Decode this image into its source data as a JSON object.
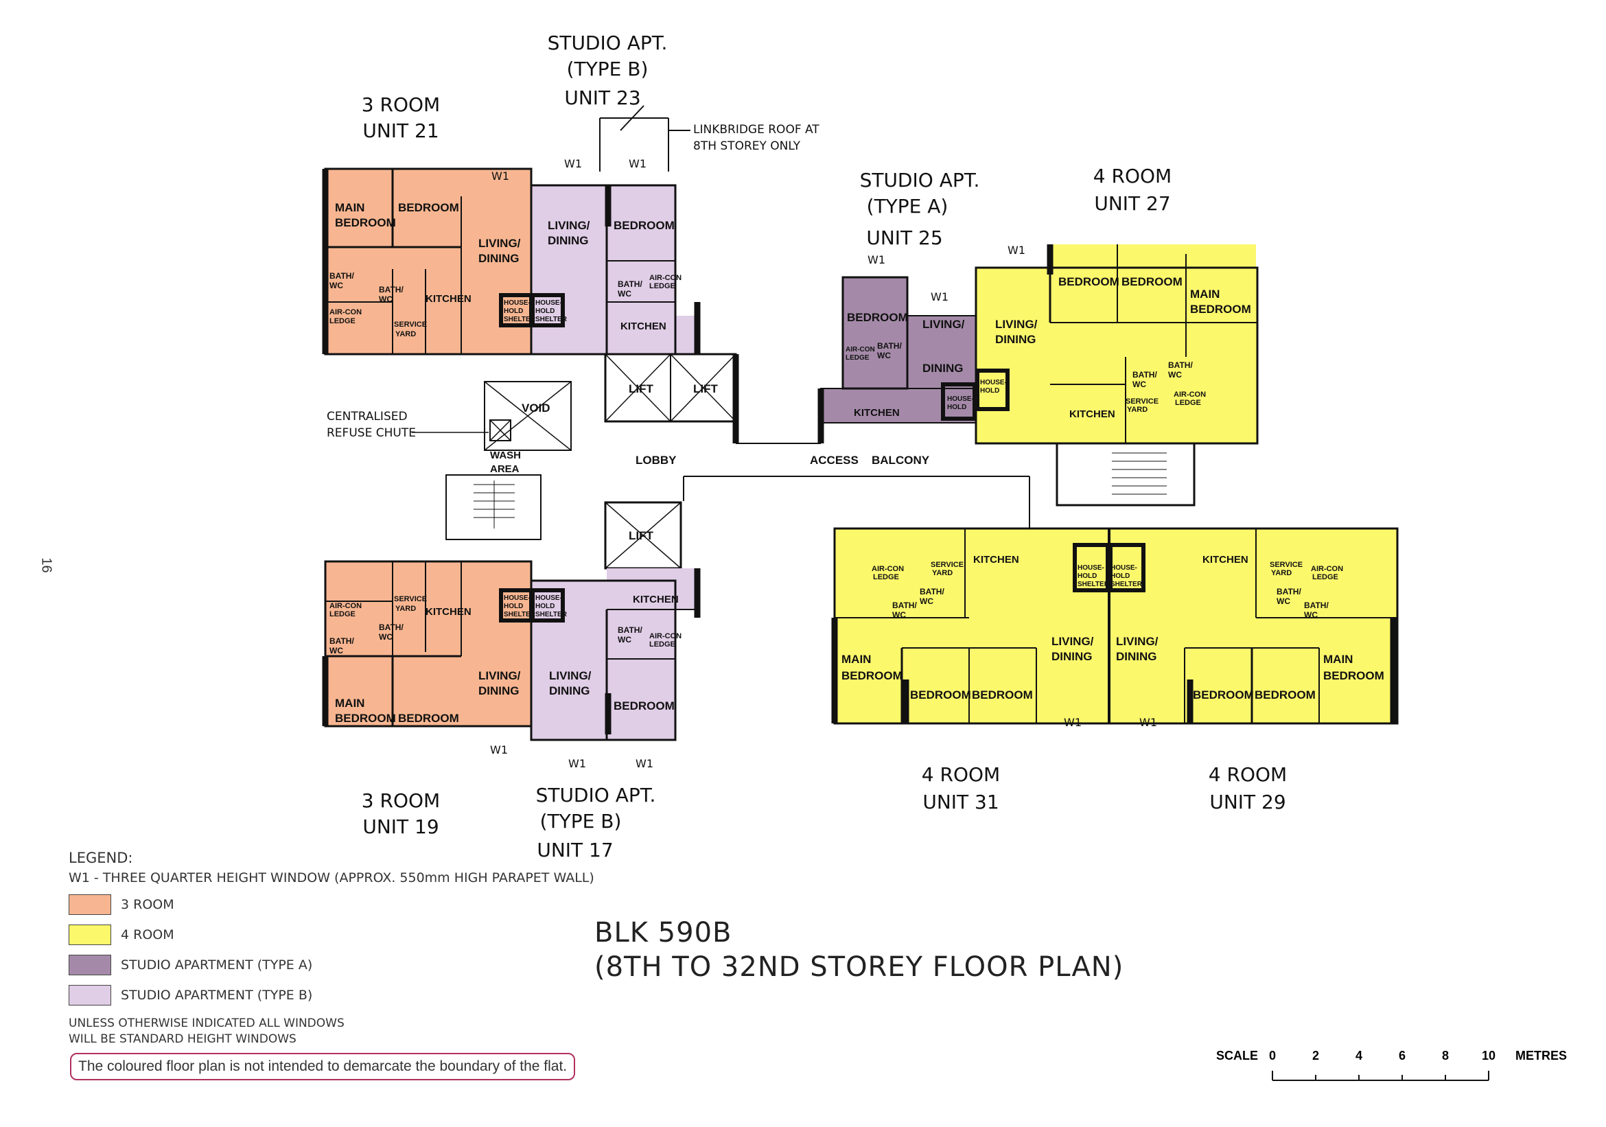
{
  "page_number": "16",
  "title": {
    "line1": "BLK 590B",
    "line2": "(8TH TO 32ND STOREY FLOOR PLAN)"
  },
  "units": [
    {
      "id": "u21",
      "line1": "3 ROOM",
      "line2": "UNIT 21"
    },
    {
      "id": "u23",
      "line1": "STUDIO APT.",
      "line2": "(TYPE B)",
      "line3": "UNIT 23"
    },
    {
      "id": "u25",
      "line1": "STUDIO APT.",
      "line2": "(TYPE A)",
      "line3": "UNIT 25"
    },
    {
      "id": "u27",
      "line1": "4 ROOM",
      "line2": "UNIT 27"
    },
    {
      "id": "u19",
      "line1": "3 ROOM",
      "line2": "UNIT 19"
    },
    {
      "id": "u17",
      "line1": "STUDIO APT.",
      "line2": "(TYPE B)",
      "line3": "UNIT 17"
    },
    {
      "id": "u31",
      "line1": "4 ROOM",
      "line2": "UNIT 31"
    },
    {
      "id": "u29",
      "line1": "4 ROOM",
      "line2": "UNIT 29"
    }
  ],
  "rooms": {
    "main_bedroom_1": "MAIN",
    "main_bedroom_2": "BEDROOM",
    "bedroom": "BEDROOM",
    "living_1": "LIVING/",
    "living_2": "DINING",
    "kitchen": "KITCHEN",
    "bath_1": "BATH/",
    "bath_2": "WC",
    "aircon_1": "AIR-CON",
    "aircon_2": "LEDGE",
    "service_1": "SERVICE",
    "service_2": "YARD",
    "shelter_1": "HOUSE-",
    "shelter_2": "HOLD",
    "shelter_3": "SHELTER",
    "lift": "LIFT",
    "void": "VOID",
    "wash_1": "WASH",
    "wash_2": "AREA",
    "lobby": "LOBBY",
    "access": "ACCESS",
    "balcony": "BALCONY",
    "w1": "W1"
  },
  "annotations": {
    "linkbridge_1": "LINKBRIDGE ROOF AT",
    "linkbridge_2": "8TH STOREY ONLY",
    "refuse_1": "CENTRALISED",
    "refuse_2": "REFUSE CHUTE"
  },
  "legend": {
    "heading": "LEGEND:",
    "w1_note": "W1 - THREE QUARTER HEIGHT WINDOW (APPROX. 550mm HIGH PARAPET WALL)",
    "items": [
      {
        "label": "3 ROOM",
        "color": "#f7b691"
      },
      {
        "label": "4 ROOM",
        "color": "#fcf86c"
      },
      {
        "label": "STUDIO APARTMENT (TYPE A)",
        "color": "#a48aa8"
      },
      {
        "label": "STUDIO APARTMENT (TYPE B)",
        "color": "#e0cde6"
      }
    ],
    "note_1": "UNLESS OTHERWISE INDICATED ALL WINDOWS",
    "note_2": "WILL BE STANDARD HEIGHT WINDOWS",
    "disclaimer": "The coloured floor plan is not intended to demarcate the boundary of the flat."
  },
  "scale": {
    "label": "SCALE",
    "ticks": [
      "0",
      "2",
      "4",
      "6",
      "8",
      "10"
    ],
    "unit": "METRES"
  },
  "colors": {
    "three_room": "#f7b691",
    "four_room": "#fcf86c",
    "studio_a": "#a48aa8",
    "studio_b": "#e0cde6"
  }
}
